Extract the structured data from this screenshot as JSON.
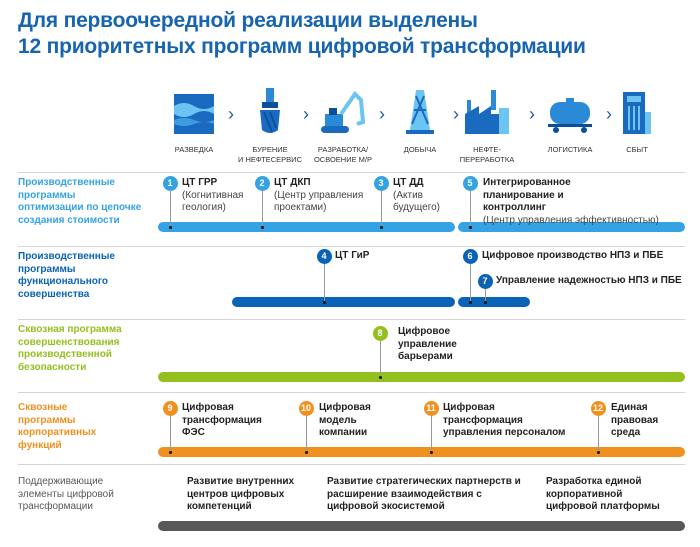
{
  "title": {
    "line1": "Для первоочередной реализации выделены",
    "line2": "12 приоритетных программ цифровой трансформации"
  },
  "stages": [
    {
      "label": "РАЗВЕДКА",
      "icon": "exploration-icon"
    },
    {
      "label": "БУРЕНИЕ\nИ НЕФТЕСЕРВИС",
      "icon": "drilling-icon"
    },
    {
      "label": "РАЗРАБОТКА/\nОСВОЕНИЕ М/Р",
      "icon": "excavator-icon"
    },
    {
      "label": "ДОБЫЧА",
      "icon": "oil-derrick-icon"
    },
    {
      "label": "НЕФТЕ-\nПЕРЕРАБОТКА",
      "icon": "refinery-icon"
    },
    {
      "label": "ЛОГИСТИКА",
      "icon": "tank-car-icon"
    },
    {
      "label": "СБЫТ",
      "icon": "fuel-pump-icon"
    }
  ],
  "colors": {
    "title": "#1764b0",
    "row1": "#35a3e3",
    "row2": "#0a63b5",
    "row3": "#93c01f",
    "row4": "#f0901e",
    "row5": "#58585a"
  },
  "rows": [
    {
      "label": "Производственные программы оптимизации по цепочке создания стоимости",
      "programs": [
        {
          "num": "1",
          "name": "ЦТ ГРР",
          "sub": "(Когнитивная геология)"
        },
        {
          "num": "2",
          "name": "ЦТ ДКП",
          "sub": "(Центр управления проектами)"
        },
        {
          "num": "3",
          "name": "ЦТ ДД",
          "sub": "(Актив будущего)"
        },
        {
          "num": "5",
          "name": "Интегрированное планирование и контроллинг",
          "sub": "(Центр управления эффективностью)"
        }
      ]
    },
    {
      "label": "Производственные программы функционального совершенства",
      "programs": [
        {
          "num": "4",
          "name": "ЦТ ГиР"
        },
        {
          "num": "6",
          "name": "Цифровое производство НПЗ и ПБЕ"
        },
        {
          "num": "7",
          "name": "Управление надежностью НПЗ и ПБЕ"
        }
      ]
    },
    {
      "label": "Сквозная программа совершенствования производственной безопасности",
      "programs": [
        {
          "num": "8",
          "name": "Цифровое управление барьерами"
        }
      ]
    },
    {
      "label": "Сквозные программы корпоративных функций",
      "programs": [
        {
          "num": "9",
          "name": "Цифровая трансформация ФЭС"
        },
        {
          "num": "10",
          "name": "Цифровая модель компании"
        },
        {
          "num": "11",
          "name": "Цифровая трансформация управления персоналом"
        },
        {
          "num": "12",
          "name": "Единая правовая среда"
        }
      ]
    },
    {
      "label": "Поддерживающие элементы цифровой трансформации",
      "items": [
        "Развитие внутренних центров цифровых компетенций",
        "Развитие стратегических партнерств и расширение взаимодействия с цифровой экосистемой",
        "Разработка единой корпоративной цифровой платформы"
      ]
    }
  ]
}
